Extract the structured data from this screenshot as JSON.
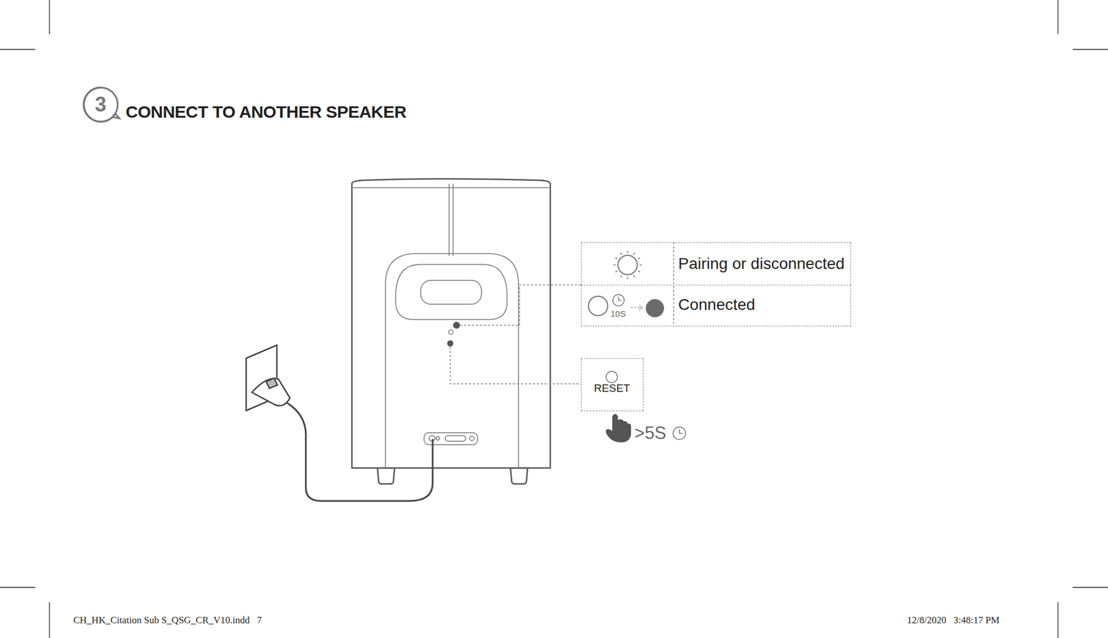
{
  "diagram": {
    "title": "CONNECT TO ANOTHER SPEAKER",
    "nodes": [
      {
        "text": [
          "Pairing or disconnected"
        ]
      },
      {
        "text": [
          "Connected"
        ]
      },
      {
        "text": [
          "RESET"
        ]
      }
    ],
    "labels": [
      "3",
      "10S",
      ">5S",
      "CH_HK_Citation Sub S_QSG_CR_V10.indd   7",
      "12/8/2020   3:48:17 PM"
    ]
  }
}
